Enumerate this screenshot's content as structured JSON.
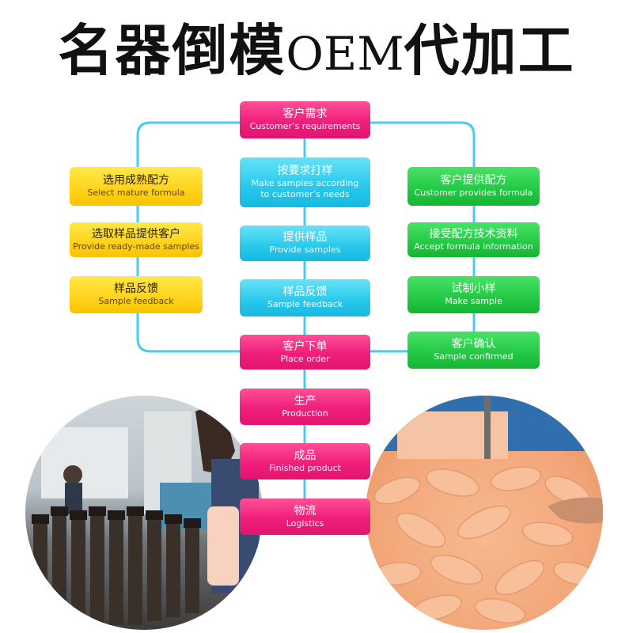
{
  "title": {
    "part1": "名器倒模",
    "part2": "OEM",
    "part3": "代加工"
  },
  "colors": {
    "connector": "#4cc9ef",
    "pink": "#e91e78",
    "cyan": "#29c6ec",
    "yellow": "#ffd21a",
    "green": "#22c844"
  },
  "flow": {
    "customer_requirements": {
      "zh": "客户需求",
      "en": "Customer’s requirements"
    },
    "left": [
      {
        "zh": "选用成熟配方",
        "en": "Select mature formula"
      },
      {
        "zh": "选取样品提供客户",
        "en": "Provide ready-made samples"
      },
      {
        "zh": "样品反馈",
        "en": "Sample feedback"
      }
    ],
    "center": [
      {
        "zh": "按要求打样",
        "en": "Make samples according",
        "en2": "to customer’s needs"
      },
      {
        "zh": "提供样品",
        "en": "Provide samples"
      },
      {
        "zh": "样品反馈",
        "en": "Sample feedback"
      }
    ],
    "right": [
      {
        "zh": "客户提供配方",
        "en": "Customer provides formula"
      },
      {
        "zh": "接受配方技术资料",
        "en": "Accept formula information"
      },
      {
        "zh": "试制小样",
        "en": "Make sample"
      },
      {
        "zh": "客户确认",
        "en": "Sample confirmed"
      }
    ],
    "place_order": {
      "zh": "客户下单",
      "en": "Place order"
    },
    "production": {
      "zh": "生产",
      "en": "Production"
    },
    "finished_product": {
      "zh": "成品",
      "en": "Finished product"
    },
    "logistics": {
      "zh": "物流",
      "en": "Logistics"
    }
  },
  "photos": {
    "left": "factory-molds-photo",
    "right": "finished-products-photo"
  }
}
